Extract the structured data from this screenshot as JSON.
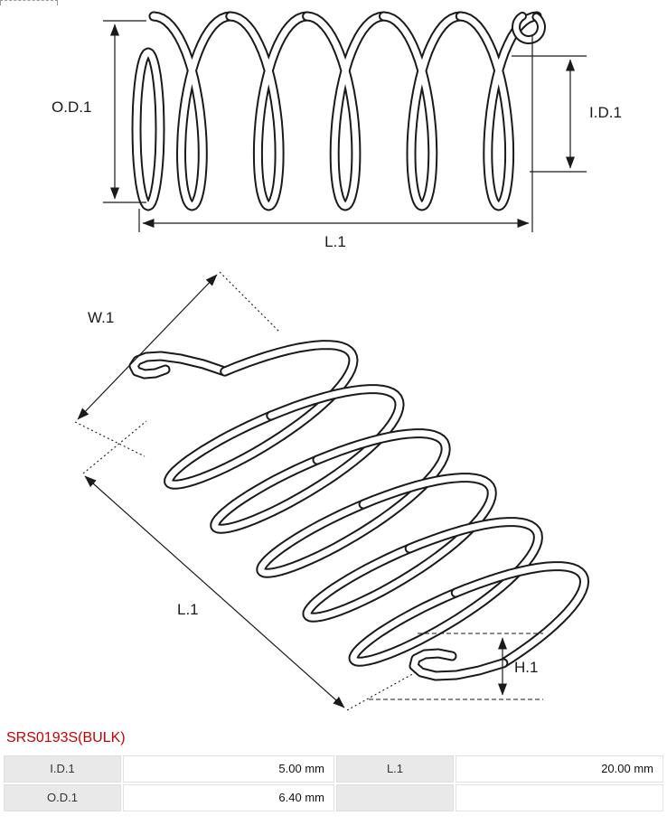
{
  "diagram": {
    "labels": {
      "od1": "O.D.1",
      "id1": "I.D.1",
      "l1_side": "L.1",
      "w1": "W.1",
      "l1_iso": "L.1",
      "h1": "H.1"
    },
    "line_color": "#1a1a1a"
  },
  "part": {
    "number": "SRS0193S(BULK)",
    "color": "#cc0000",
    "style": "color:#cc0000"
  },
  "spec_table": {
    "rows": [
      [
        "I.D.1",
        "5.00 mm",
        "L.1",
        "20.00 mm"
      ],
      [
        "O.D.1",
        "6.40 mm",
        "",
        ""
      ]
    ]
  }
}
